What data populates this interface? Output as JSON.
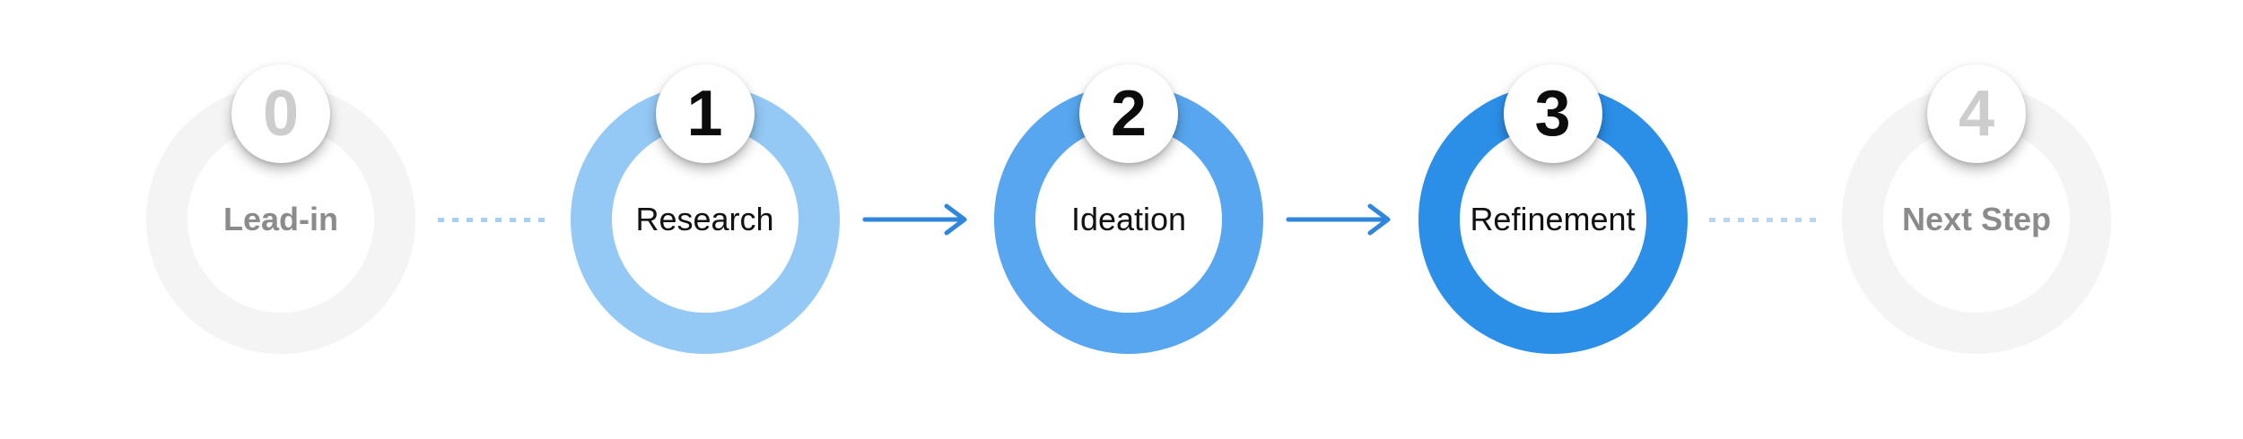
{
  "figure": {
    "background": "#ffffff",
    "steps": [
      {
        "number": "0",
        "label": "Lead-in",
        "state": "inactive",
        "ring_color": "#F4F4F5",
        "number_color": "#CDCDCE",
        "label_color": "#8B8B8B"
      },
      {
        "number": "1",
        "label": "Research",
        "state": "active",
        "ring_color": "#94C9F5",
        "number_color": "#0C0C0D",
        "label_color": "#121212"
      },
      {
        "number": "2",
        "label": "Ideation",
        "state": "active",
        "ring_color": "#57A6EF",
        "number_color": "#0C0C0D",
        "label_color": "#121212"
      },
      {
        "number": "3",
        "label": "Refinement",
        "state": "active",
        "ring_color": "#2B8FE8",
        "number_color": "#0C0C0D",
        "label_color": "#121212"
      },
      {
        "number": "4",
        "label": "Next Step",
        "state": "inactive",
        "ring_color": "#F4F4F5",
        "number_color": "#CDCDCE",
        "label_color": "#8B8B8B"
      }
    ],
    "connectors": [
      {
        "type": "dashed",
        "color": "#A9CFF0"
      },
      {
        "type": "arrow",
        "color": "#2E86DD"
      },
      {
        "type": "arrow",
        "color": "#2E86DD"
      },
      {
        "type": "dashed",
        "color": "#B5D7F3"
      }
    ]
  }
}
